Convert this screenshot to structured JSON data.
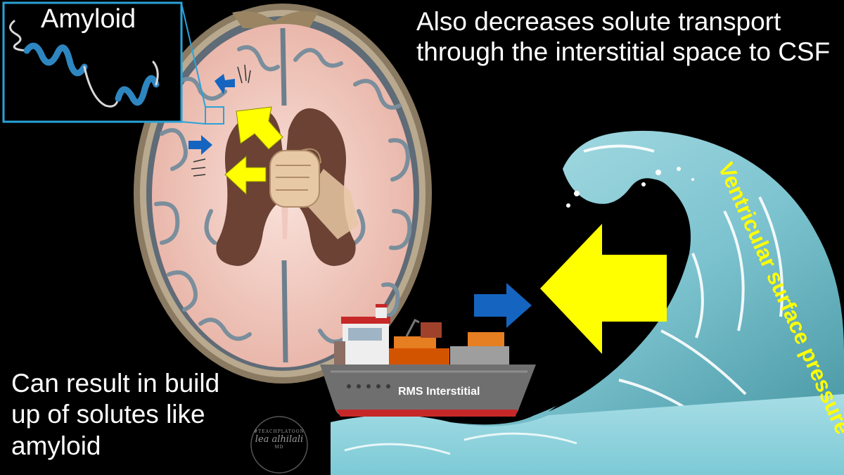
{
  "inset": {
    "title": "Amyloid"
  },
  "annotations": {
    "top_text": "Also decreases solute transport through the interstitial space to CSF",
    "bottom_text": "Can result in build up of solutes like amyloid",
    "wave_label": "Ventricular surface pressure",
    "ship_name": "RMS Interstitial"
  },
  "signature": {
    "name": "lea alhilali",
    "tag": "#TEACHPLATOON",
    "suffix": "MD"
  },
  "colors": {
    "background": "#000000",
    "arrow_yellow": "#ffff00",
    "arrow_blue": "#1565c0",
    "wave": "#8fd3dc",
    "ventricle": "#6b4234",
    "brain_tissue": "#f1c9bf",
    "inset_border": "#29a3d9"
  },
  "icons": [
    "amyloid-helix-icon",
    "fist-icon",
    "ship-icon",
    "wave-icon"
  ]
}
